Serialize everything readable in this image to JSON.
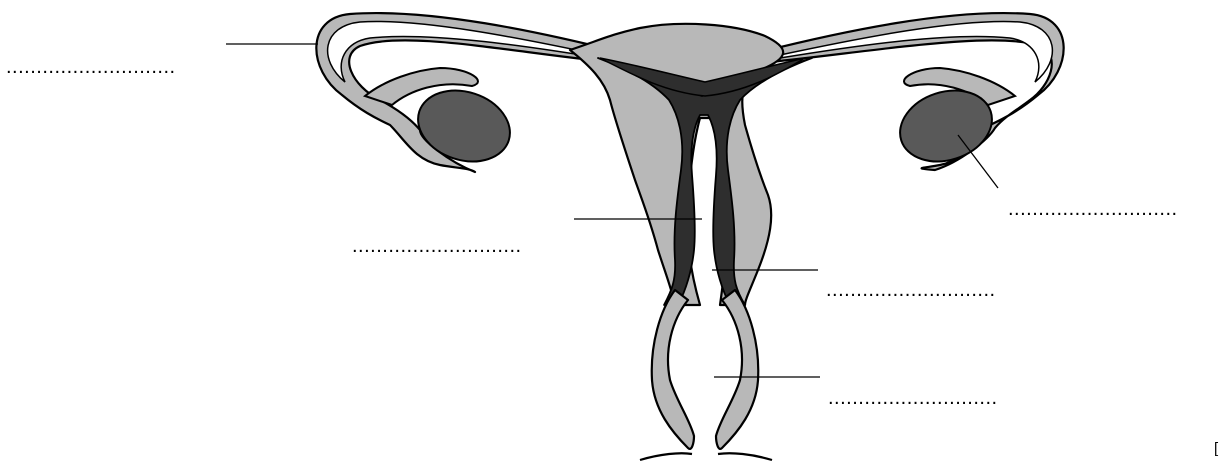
{
  "diagram": {
    "label_blanks": [
      {
        "id": "oviduct-label",
        "text": "............................"
      },
      {
        "id": "ovary-label",
        "text": "............................"
      },
      {
        "id": "uterus-label",
        "text": "............................"
      },
      {
        "id": "cervix-label",
        "text": "............................"
      },
      {
        "id": "vagina-label",
        "text": "............................"
      }
    ],
    "corner_mark": "[",
    "colors": {
      "tissue": "#b8b8b8",
      "lining": "#2e2e2e",
      "ovary": "#595959",
      "outline": "#000000",
      "cavity": "#ffffff"
    }
  }
}
